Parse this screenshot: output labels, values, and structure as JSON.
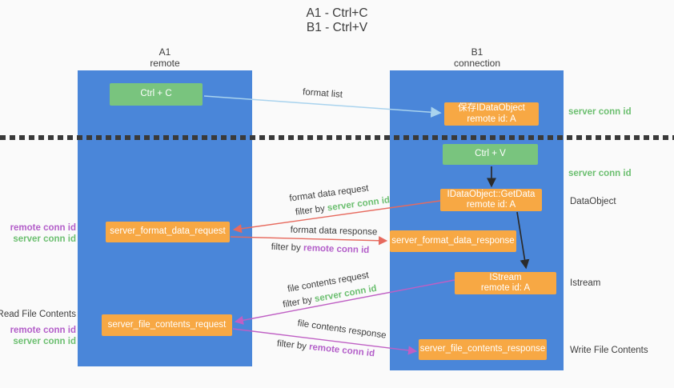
{
  "title": {
    "line1": "A1 - Ctrl+C",
    "line2": "B1 - Ctrl+V"
  },
  "lifelines": {
    "left": {
      "name": "A1",
      "role": "remote"
    },
    "right": {
      "name": "B1",
      "role": "connection"
    }
  },
  "nodes": {
    "ctrl_c": {
      "label": "Ctrl + C"
    },
    "ctrl_v": {
      "label": "Ctrl + V"
    },
    "save_dataobject": {
      "line1": "保存IDataObject",
      "line2": "remote id: A"
    },
    "getdata": {
      "line1": "IDataObject::GetData",
      "line2": "remote id: A"
    },
    "istream": {
      "line1": "IStream",
      "line2": "remote id: A"
    },
    "format_request": {
      "label": "server_format_data_request"
    },
    "format_response": {
      "label": "server_format_data_response"
    },
    "file_request": {
      "label": "server_file_contents_request"
    },
    "file_response": {
      "label": "server_file_contents_response"
    }
  },
  "arrow_labels": {
    "format_list": "format list",
    "format_data_request": "format data request",
    "format_data_response": "format data response",
    "file_contents_request": "file contents request",
    "file_contents_response": "file contents response",
    "filter_by": "filter by",
    "server_conn_id": "server conn id",
    "remote_conn_id": "remote conn id"
  },
  "side_labels": {
    "server_conn_id_top": "server conn id",
    "server_conn_id_mid": "server conn id",
    "dataobject": "DataObject",
    "istream": "Istream",
    "write_file_contents": "Write File Contents",
    "read_file_contents": "Read File Contents",
    "remote_conn_id": "remote conn id",
    "server_conn_id": "server conn id"
  },
  "colors": {
    "lifeline_blue": "#4a86d9",
    "node_green": "#79c47e",
    "node_orange": "#f7a844",
    "arrow_blue": "#a9d3ee",
    "arrow_red": "#e76a5e",
    "arrow_purple": "#bf5fc4",
    "arrow_black": "#2b2b2b",
    "label_green": "#6cbf70",
    "label_purple": "#b35ec9",
    "text_dark": "#3d3d3d",
    "background": "#fafafa"
  }
}
